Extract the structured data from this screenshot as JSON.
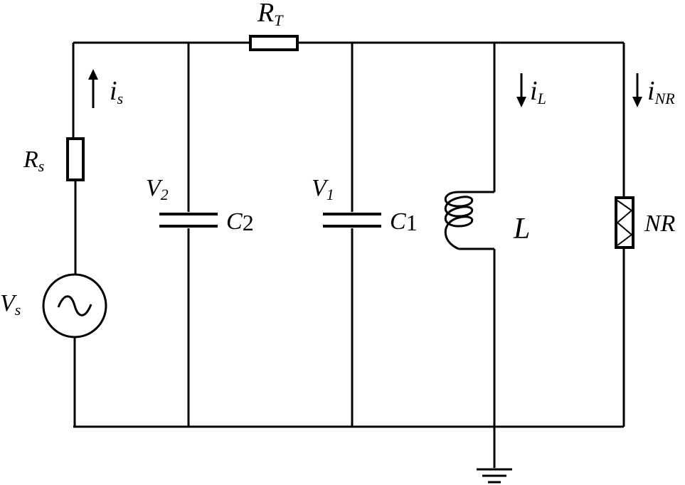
{
  "labels": {
    "rt": {
      "main": "R",
      "sub": "T"
    },
    "is": {
      "main": "i",
      "sub": "s"
    },
    "il": {
      "main": "i",
      "sub": "L"
    },
    "inr": {
      "main": "i",
      "sub": "NR"
    },
    "rs": {
      "main": "R",
      "sub": "s"
    },
    "v2": {
      "main": "V",
      "sub": "2"
    },
    "c2": {
      "main": "C",
      "sub": "2"
    },
    "v1": {
      "main": "V",
      "sub": "1"
    },
    "c1": {
      "main": "C",
      "sub": "1"
    },
    "l": "L",
    "nr": "NR",
    "vs": {
      "main": "V",
      "sub": "s"
    }
  }
}
